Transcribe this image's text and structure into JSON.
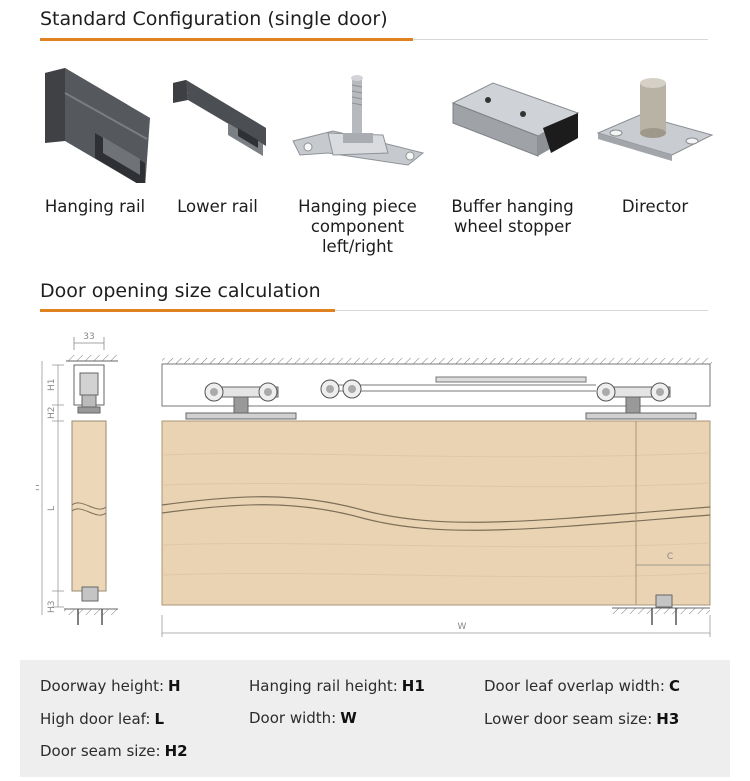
{
  "section1": {
    "title": "Standard Configuration (single door)"
  },
  "products": [
    {
      "label": "Hanging rail",
      "icon": "hanging-rail-image"
    },
    {
      "label": "Lower rail",
      "icon": "lower-rail-image"
    },
    {
      "label": "Hanging piece component left/right",
      "icon": "hanging-piece-image"
    },
    {
      "label": "Buffer hanging wheel stopper",
      "icon": "wheel-stopper-image"
    },
    {
      "label": "Director",
      "icon": "director-image"
    }
  ],
  "section2": {
    "title": "Door opening size calculation"
  },
  "diagram": {
    "dim_top": "33",
    "side_labels": {
      "h1": "H1",
      "h2": "H2",
      "h": "H",
      "l": "L",
      "h3": "H3"
    },
    "overlap_label": "C",
    "width_label": "W"
  },
  "legend": [
    {
      "text": "Doorway height:",
      "key": "H"
    },
    {
      "text": "Hanging rail height:",
      "key": "H1"
    },
    {
      "text": "Door leaf overlap width:",
      "key": "C"
    },
    {
      "text": "High door leaf:",
      "key": "L"
    },
    {
      "text": "Door width:",
      "key": "W"
    },
    {
      "text": "Lower door seam size:",
      "key": "H3"
    },
    {
      "text": "Door seam size:",
      "key": "H2"
    }
  ],
  "colors": {
    "accent": "#e0821f",
    "wood": "#ead3b2",
    "rail": "#4e5054",
    "steel": "#c9ccd1"
  }
}
